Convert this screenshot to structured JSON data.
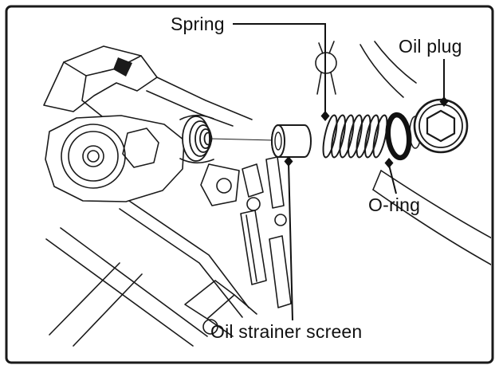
{
  "figure": {
    "background": "#ffffff",
    "border_color": "#1a1a1a",
    "line_color": "#1a1a1a",
    "o_ring_color": "#111111"
  },
  "labels": {
    "spring": "Spring",
    "oil_plug": "Oil plug",
    "o_ring": "O-ring",
    "oil_strainer_screen": "Oil strainer screen"
  }
}
